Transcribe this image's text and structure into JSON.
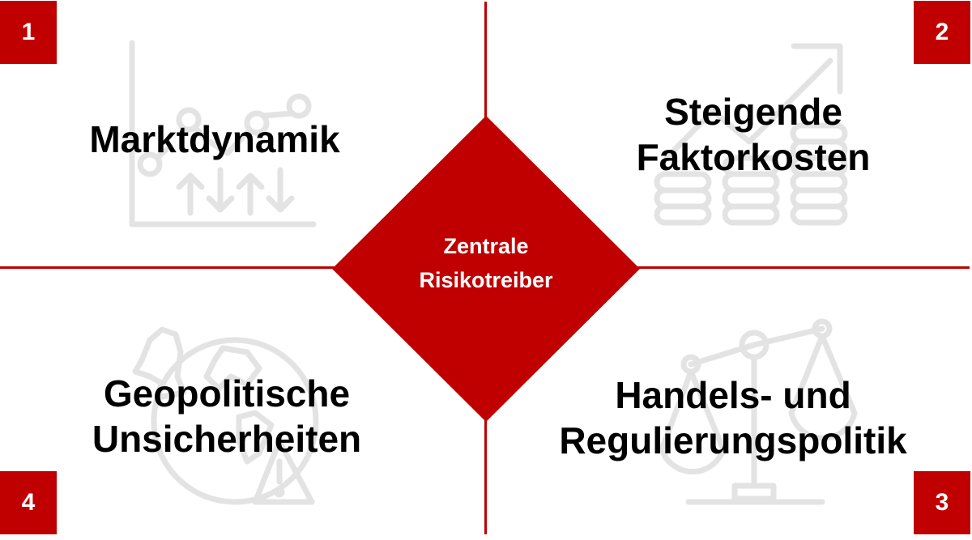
{
  "colors": {
    "accent": "#c00000",
    "icon_gray": "#e3e3e3",
    "text": "#000000",
    "badge_text": "#ffffff"
  },
  "center": {
    "line1": "Zentrale",
    "line2": "Risikotreiber"
  },
  "quadrants": [
    {
      "number": "1",
      "lines": [
        "Marktdynamik"
      ],
      "icon": "chart-arrows-icon"
    },
    {
      "number": "2",
      "lines": [
        "Steigende",
        "Faktorkosten"
      ],
      "icon": "rising-coins-icon"
    },
    {
      "number": "3",
      "lines": [
        "Handels- und",
        "Regulierungspolitik"
      ],
      "icon": "scales-icon"
    },
    {
      "number": "4",
      "lines": [
        "Geopolitische",
        "Unsicherheiten"
      ],
      "icon": "globe-warning-icon"
    }
  ]
}
